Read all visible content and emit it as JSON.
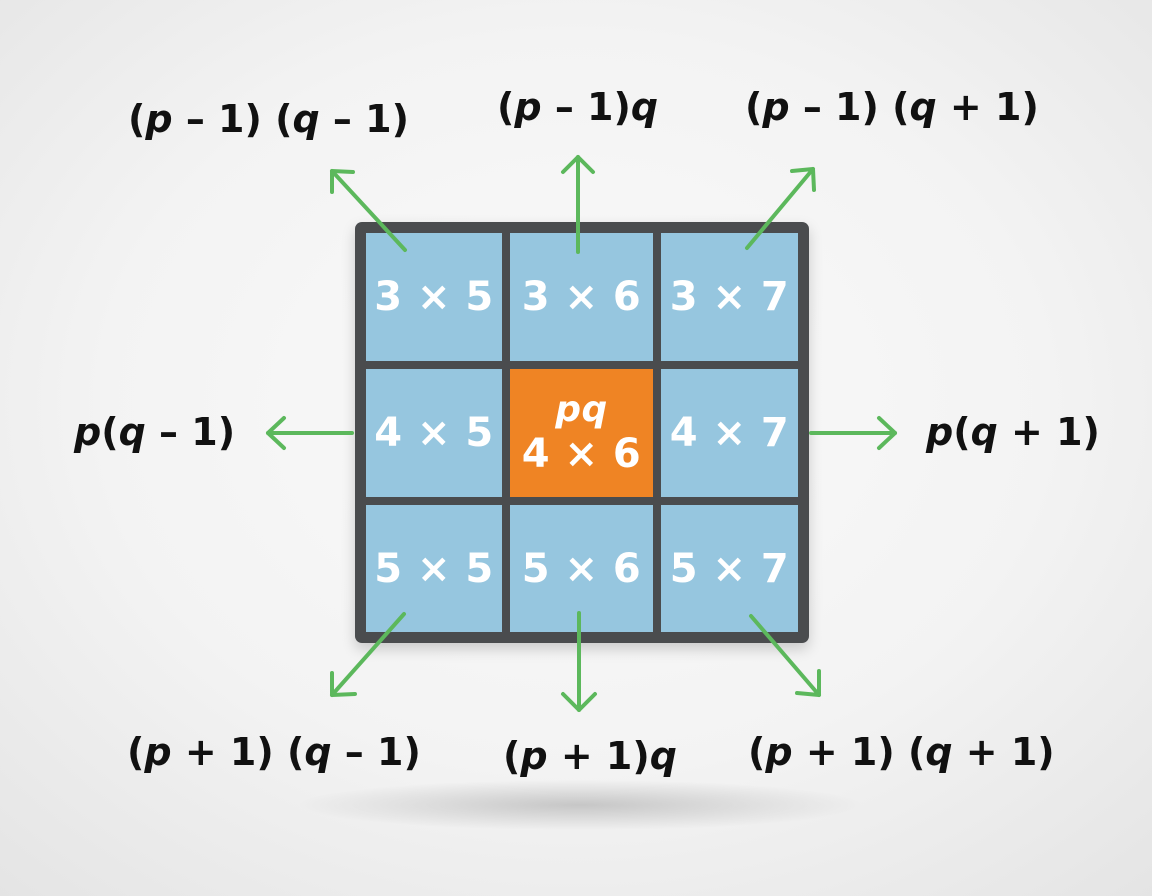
{
  "diagram": {
    "title": "",
    "colors": {
      "cell": "#96c6df",
      "center_cell": "#ef8424",
      "frame": "#4a4c4e",
      "arrow": "#5cb85c",
      "label_text": "#111111",
      "cell_text": "#ffffff"
    },
    "grid": {
      "rows": [
        [
          {
            "text": "3 × 5"
          },
          {
            "text": "3 × 6"
          },
          {
            "text": "3 × 7"
          }
        ],
        [
          {
            "text": "4 × 5"
          },
          {
            "var": "pq",
            "text": "4 × 6",
            "highlight": true
          },
          {
            "text": "4 × 7"
          }
        ],
        [
          {
            "text": "5 × 5"
          },
          {
            "text": "5 × 6"
          },
          {
            "text": "5 × 7"
          }
        ]
      ]
    },
    "labels": {
      "top_left": "(p – 1) (q – 1)",
      "top": "(p – 1)q",
      "top_right": "(p – 1) (q + 1)",
      "left": "p(q – 1)",
      "right": "p(q + 1)",
      "bottom_left": "(p + 1) (q – 1)",
      "bottom": "(p + 1)q",
      "bottom_right": "(p + 1) (q + 1)"
    },
    "arrows": [
      {
        "direction": "up-left",
        "points_to": "top_left"
      },
      {
        "direction": "up",
        "points_to": "top"
      },
      {
        "direction": "up-right",
        "points_to": "top_right"
      },
      {
        "direction": "left",
        "points_to": "left"
      },
      {
        "direction": "right",
        "points_to": "right"
      },
      {
        "direction": "down-left",
        "points_to": "bottom_left"
      },
      {
        "direction": "down",
        "points_to": "bottom"
      },
      {
        "direction": "down-right",
        "points_to": "bottom_right"
      }
    ]
  }
}
